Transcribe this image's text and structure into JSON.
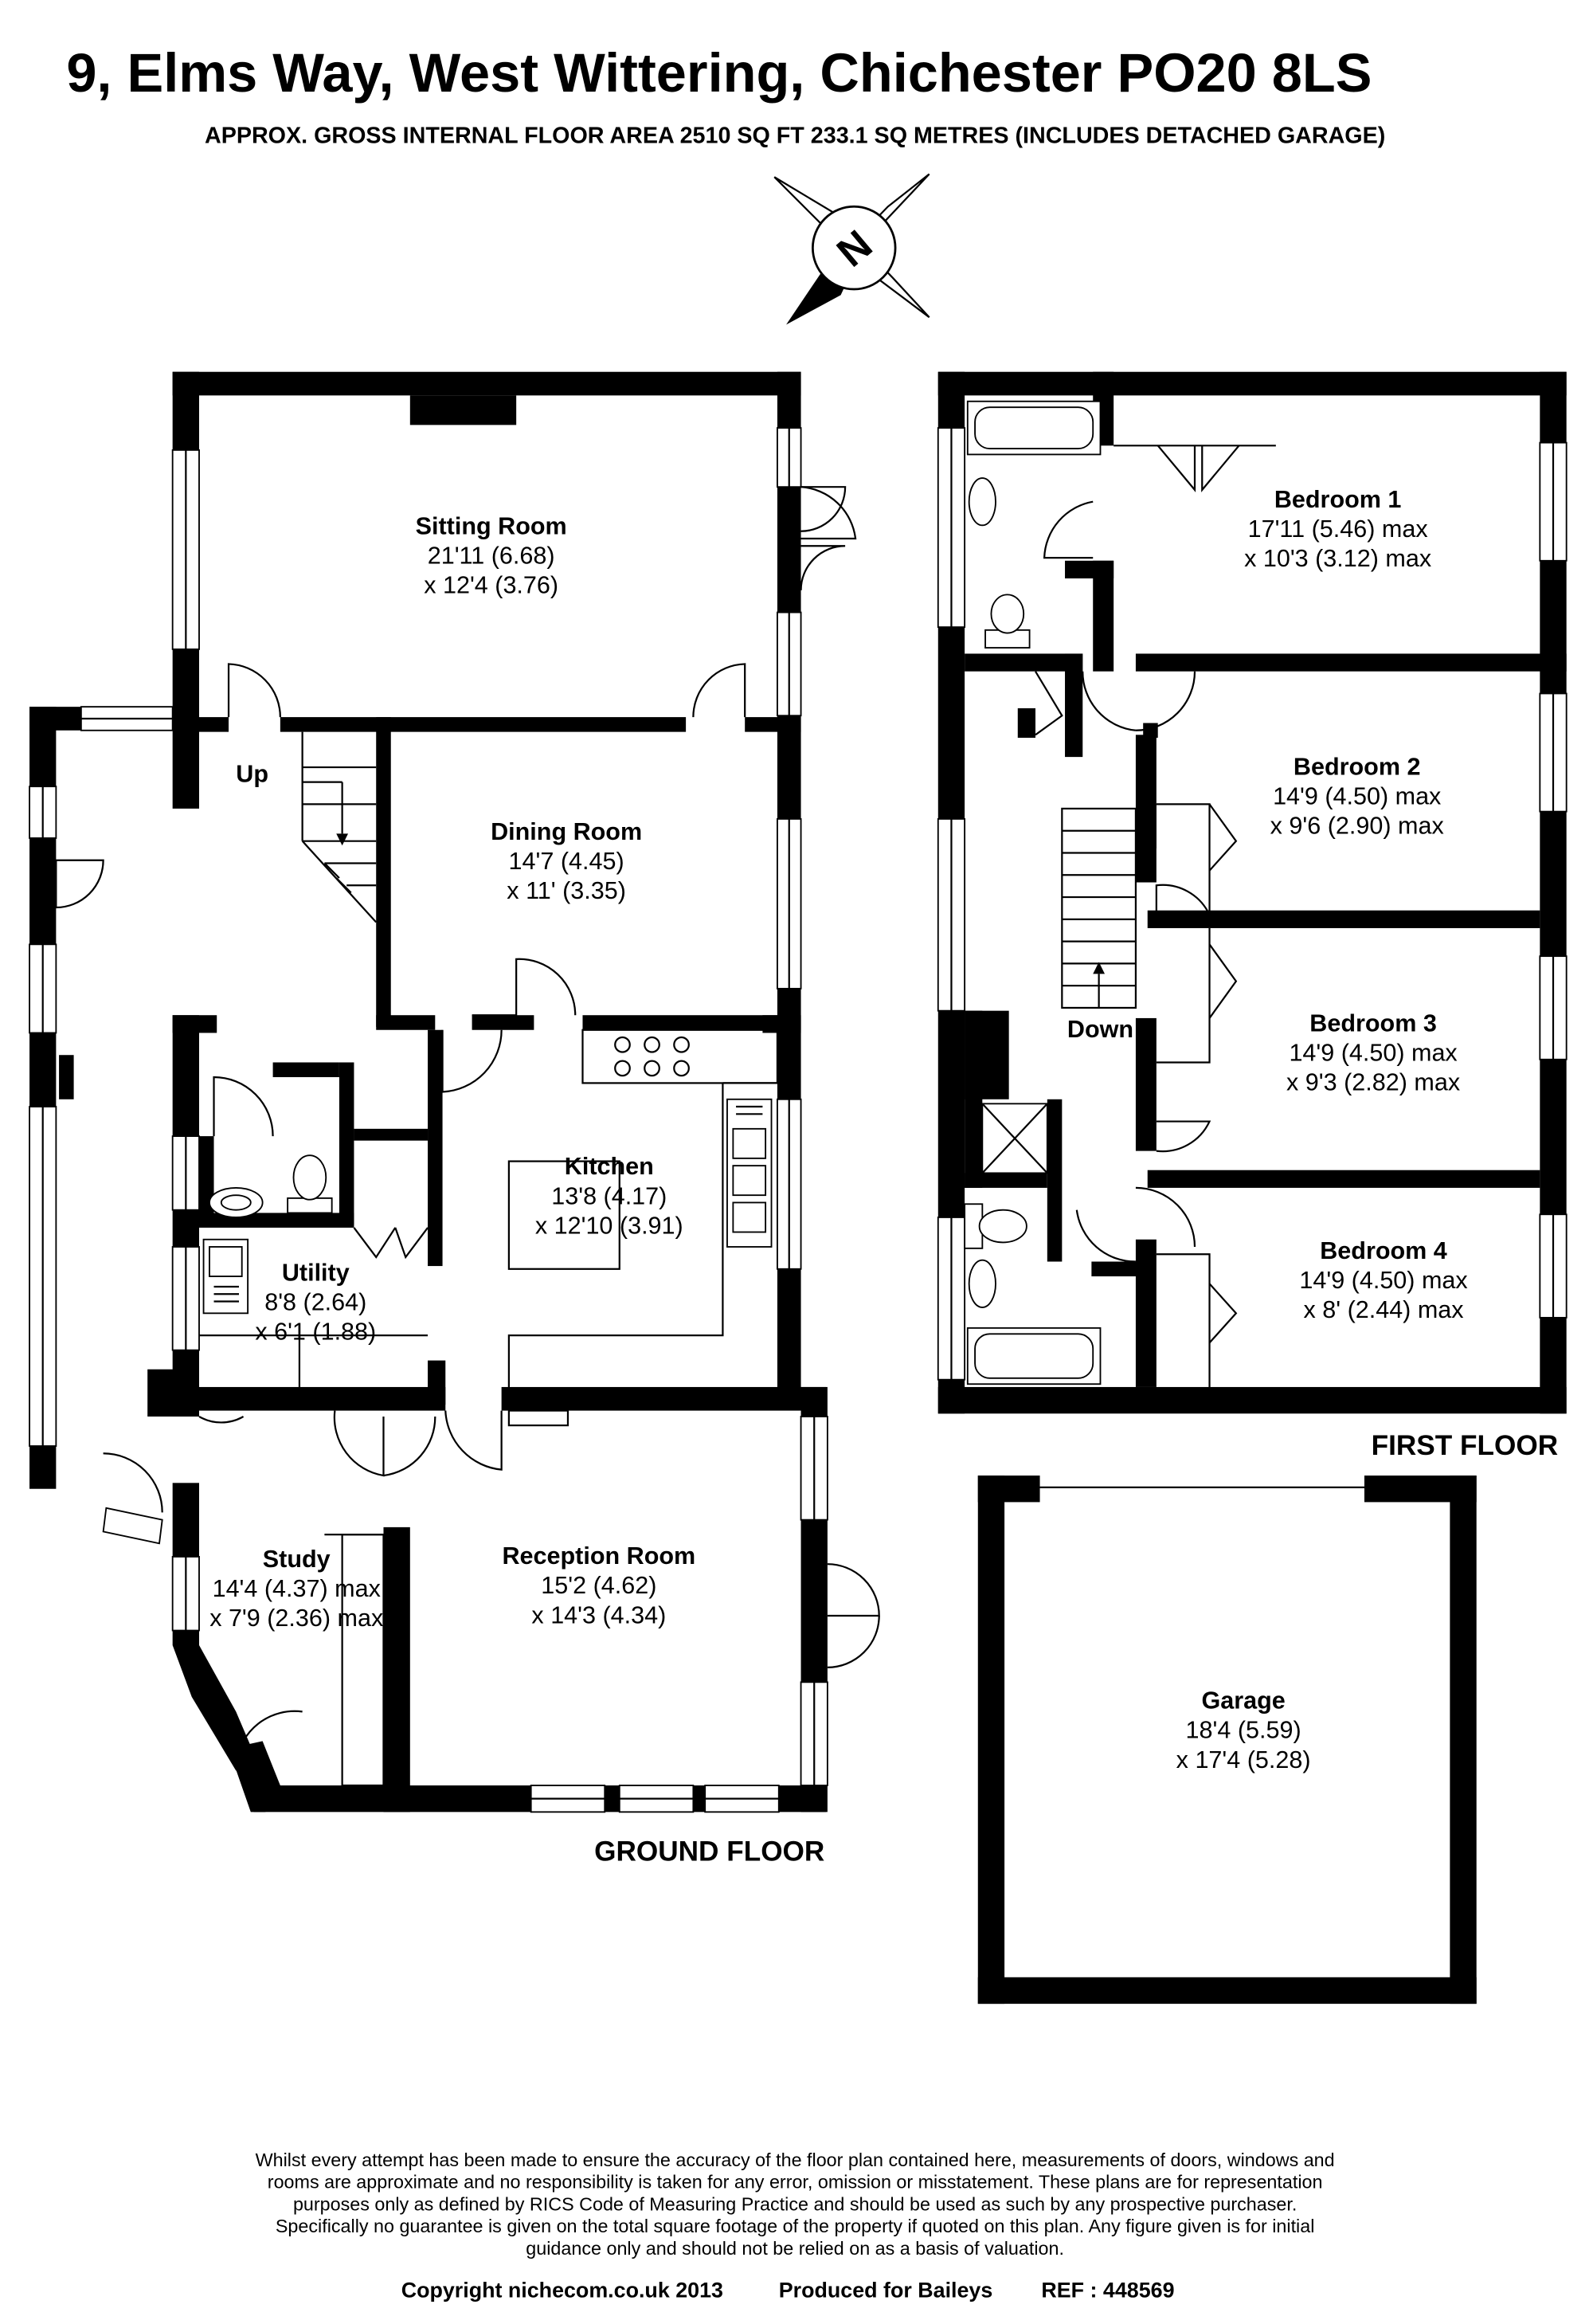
{
  "header": {
    "title": "9, Elms Way, West Wittering, Chichester  PO20 8LS",
    "subtitle": "APPROX. GROSS INTERNAL FLOOR AREA 2510 SQ FT 233.1 SQ METRES (INCLUDES DETACHED GARAGE)"
  },
  "compass": {
    "letter": "N"
  },
  "floors": {
    "ground": "GROUND FLOOR",
    "first": "FIRST FLOOR"
  },
  "stairs": {
    "up": "Up",
    "down": "Down"
  },
  "rooms": {
    "sitting": {
      "name": "Sitting Room",
      "dim1": "21'11 (6.68)",
      "dim2": "x 12'4 (3.76)"
    },
    "dining": {
      "name": "Dining Room",
      "dim1": "14'7 (4.45)",
      "dim2": "x 11' (3.35)"
    },
    "kitchen": {
      "name": "Kitchen",
      "dim1": "13'8 (4.17)",
      "dim2": "x 12'10 (3.91)"
    },
    "utility": {
      "name": "Utility",
      "dim1": "8'8 (2.64)",
      "dim2": "x 6'1 (1.88)"
    },
    "study": {
      "name": "Study",
      "dim1": "14'4 (4.37) max",
      "dim2": "x 7'9 (2.36) max"
    },
    "reception": {
      "name": "Reception Room",
      "dim1": "15'2 (4.62)",
      "dim2": "x 14'3 (4.34)"
    },
    "bedroom1": {
      "name": "Bedroom 1",
      "dim1": "17'11 (5.46) max",
      "dim2": "x 10'3 (3.12) max"
    },
    "bedroom2": {
      "name": "Bedroom 2",
      "dim1": "14'9 (4.50) max",
      "dim2": "x 9'6 (2.90) max"
    },
    "bedroom3": {
      "name": "Bedroom 3",
      "dim1": "14'9 (4.50) max",
      "dim2": "x 9'3 (2.82) max"
    },
    "bedroom4": {
      "name": "Bedroom 4",
      "dim1": "14'9 (4.50) max",
      "dim2": "x 8' (2.44) max"
    },
    "garage": {
      "name": "Garage",
      "dim1": "18'4 (5.59)",
      "dim2": "x 17'4 (5.28)"
    }
  },
  "disclaimer": [
    "Whilst every attempt has been made to ensure the accuracy of the floor plan contained here, measurements of doors, windows and",
    "rooms are approximate and no responsibility is taken for any error, omission or misstatement. These plans are for representation",
    "purposes only as defined by RICS Code of Measuring Practice and should be used as such by any prospective purchaser.",
    "Specifically no guarantee is given on the total square footage of the property if quoted on this plan. Any figure given is for initial",
    "guidance only and should not be relied on as a basis of valuation."
  ],
  "footer": {
    "copyright": "Copyright nichecom.co.uk 2013",
    "produced": "Produced for Baileys",
    "ref": "REF : 448569"
  }
}
